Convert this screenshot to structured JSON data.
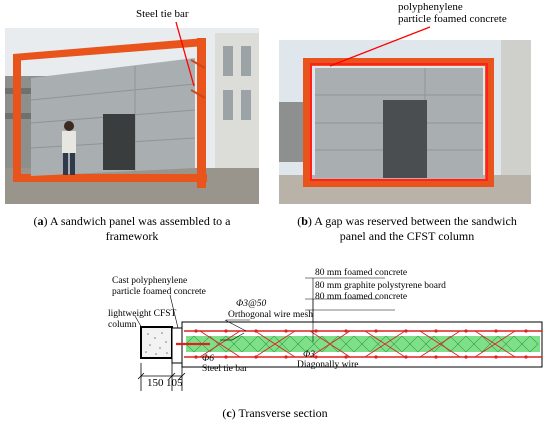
{
  "photo_a": {
    "label": "Steel tie bar",
    "caption_letter": "a",
    "caption_line1": "A sandwich panel was assembled to a",
    "caption_line2": "framework"
  },
  "photo_b": {
    "label_line1": "polyphenylene",
    "label_line2": "particle foamed concrete",
    "caption_letter": "b",
    "caption_line1": "A gap was reserved between the sandwich",
    "caption_line2": "panel and the CFST column"
  },
  "section": {
    "label_foamed_top": "80 mm foamed concrete",
    "label_graphite": "80 mm graphite polystyrene board",
    "label_foamed_bottom": "80 mm foamed concrete",
    "label_cast_line1": "Cast polyphenylene",
    "label_cast_line2": "particle foamed concrete",
    "label_lw_line1": "lightweight CFST",
    "label_lw_line2": "column",
    "label_mesh_spec": "Φ3@50",
    "label_mesh": "Orthogonal wire mesh",
    "label_phi6": "Φ6",
    "label_phi3": "Φ3",
    "label_tie": "Steel tie bar",
    "label_diag": "Diagonally wire",
    "dim_1": "150",
    "dim_2": "105",
    "caption_letter": "c",
    "caption_text": "Transverse section"
  },
  "colors": {
    "frame_orange": "#e8541c",
    "concrete_grey": "#aab0b2",
    "mesh_red": "#e02020",
    "insulation_green": "#7fe08a",
    "annotation_red": "#ff0000"
  }
}
